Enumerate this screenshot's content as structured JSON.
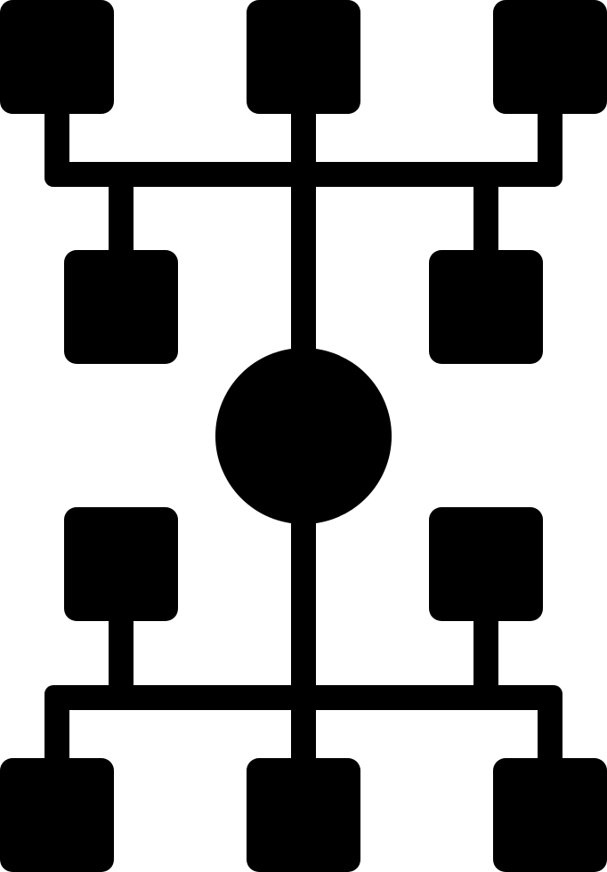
{
  "icon": {
    "name": "hierarchy-network-icon",
    "fill": "#000000",
    "background": "#ffffff"
  },
  "nodes": {
    "hub": "center-circle",
    "top_row": [
      "top-left",
      "top-center",
      "top-right"
    ],
    "top_inner": [
      "upper-mid-left",
      "upper-mid-right"
    ],
    "bottom_inner": [
      "lower-mid-left",
      "lower-mid-right"
    ],
    "bottom_row": [
      "bottom-left",
      "bottom-center",
      "bottom-right"
    ]
  }
}
